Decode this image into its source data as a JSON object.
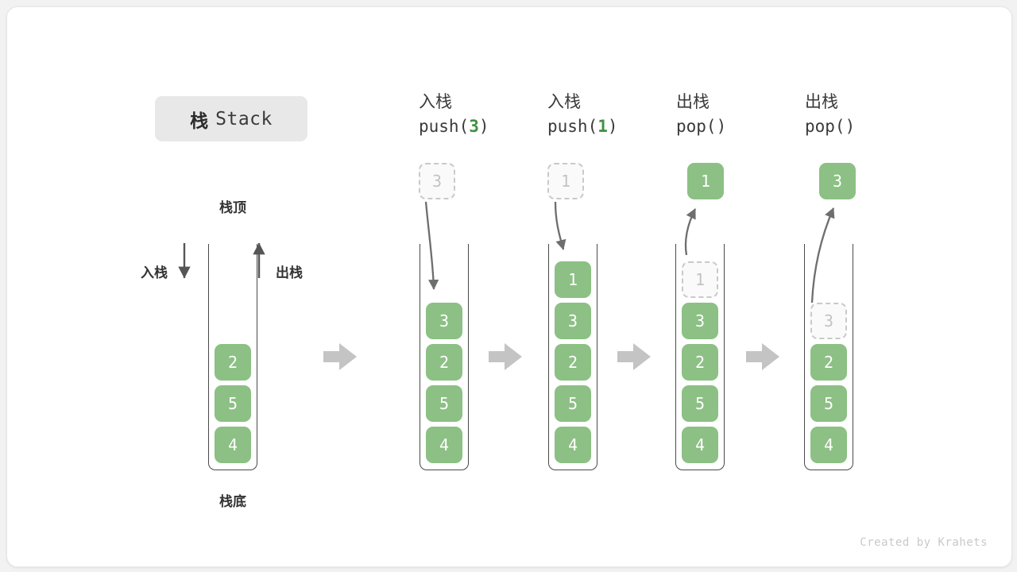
{
  "title": {
    "cn": "栈",
    "en": "Stack"
  },
  "labels": {
    "top": "栈顶",
    "bottom": "栈底",
    "push": "入栈",
    "pop": "出栈"
  },
  "colors": {
    "cell_fill": "#8cc084",
    "cell_text": "#ffffff",
    "ghost_border": "#c9c9c9",
    "ghost_text": "#c3c3c3",
    "arrow_gray": "#c4c4c4",
    "curve_gray": "#6e6e6e",
    "accent_green": "#3f9142",
    "badge_bg": "#e8e8e8",
    "text_dark": "#3a3a3a"
  },
  "stages": [
    {
      "id": "initial",
      "header_cn": "",
      "header_code_prefix": "",
      "header_code_arg": "",
      "header_code_suffix": "",
      "incoming": null,
      "popped": null,
      "cells": [
        {
          "value": "2",
          "state": "filled"
        },
        {
          "value": "5",
          "state": "filled"
        },
        {
          "value": "4",
          "state": "filled"
        }
      ]
    },
    {
      "id": "push-3",
      "header_cn": "入栈",
      "header_code_prefix": "push(",
      "header_code_arg": "3",
      "header_code_suffix": ")",
      "incoming": {
        "value": "3",
        "state": "ghost"
      },
      "popped": null,
      "cells": [
        {
          "value": "3",
          "state": "filled"
        },
        {
          "value": "2",
          "state": "filled"
        },
        {
          "value": "5",
          "state": "filled"
        },
        {
          "value": "4",
          "state": "filled"
        }
      ]
    },
    {
      "id": "push-1",
      "header_cn": "入栈",
      "header_code_prefix": "push(",
      "header_code_arg": "1",
      "header_code_suffix": ")",
      "incoming": {
        "value": "1",
        "state": "ghost"
      },
      "popped": null,
      "cells": [
        {
          "value": "1",
          "state": "filled"
        },
        {
          "value": "3",
          "state": "filled"
        },
        {
          "value": "2",
          "state": "filled"
        },
        {
          "value": "5",
          "state": "filled"
        },
        {
          "value": "4",
          "state": "filled"
        }
      ]
    },
    {
      "id": "pop-1",
      "header_cn": "出栈",
      "header_code_prefix": "pop(",
      "header_code_arg": "",
      "header_code_suffix": ")",
      "incoming": null,
      "popped": {
        "value": "1"
      },
      "cells": [
        {
          "value": "1",
          "state": "ghost"
        },
        {
          "value": "3",
          "state": "filled"
        },
        {
          "value": "2",
          "state": "filled"
        },
        {
          "value": "5",
          "state": "filled"
        },
        {
          "value": "4",
          "state": "filled"
        }
      ]
    },
    {
      "id": "pop-3",
      "header_cn": "出栈",
      "header_code_prefix": "pop(",
      "header_code_arg": "",
      "header_code_suffix": ")",
      "incoming": null,
      "popped": {
        "value": "3"
      },
      "cells": [
        {
          "value": "3",
          "state": "ghost"
        },
        {
          "value": "2",
          "state": "filled"
        },
        {
          "value": "5",
          "state": "filled"
        },
        {
          "value": "4",
          "state": "filled"
        }
      ]
    }
  ],
  "credit": "Created by Krahets"
}
